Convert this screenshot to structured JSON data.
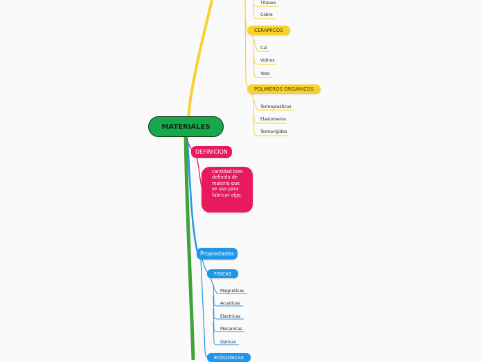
{
  "root": {
    "label": "MATERIALES"
  },
  "materials_branch": {
    "items": [
      {
        "label": "Titaneo"
      },
      {
        "label": "Cobre"
      }
    ],
    "ceramicos": {
      "label": "CERAMICOS",
      "items": [
        {
          "label": "Cal"
        },
        {
          "label": "Vidrios"
        },
        {
          "label": "Yeso"
        }
      ]
    },
    "polimeros": {
      "label": "POLIMEROS ORGANICOS",
      "items": [
        {
          "label": "Termoplasticos"
        },
        {
          "label": "Elastomeros"
        },
        {
          "label": "Termorigidos"
        }
      ]
    }
  },
  "definicion": {
    "label": "DEFINICION",
    "text": "cantidad bien definida de materia que se usa para fabricar algo."
  },
  "propiedades": {
    "label": "Propiedades",
    "fisicas": {
      "label": "FISICAS",
      "items": [
        {
          "label": "Magneticas"
        },
        {
          "label": "Acusticas"
        },
        {
          "label": "Electricas"
        },
        {
          "label": "Mecanicas"
        },
        {
          "label": "Opticas"
        }
      ]
    },
    "ecologicas": {
      "label": "ECOLOGICAS"
    }
  },
  "colors": {
    "root": "#17a84b",
    "yellow": "#f7d22d",
    "pink": "#e8195e",
    "blue": "#1f96e8",
    "green_trunk": "#3fa33a"
  }
}
